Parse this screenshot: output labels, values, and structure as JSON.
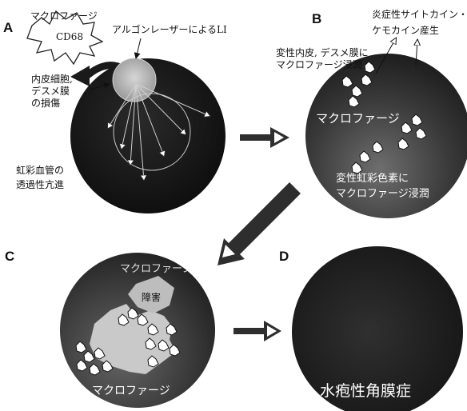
{
  "panels": {
    "A": {
      "letter": "A",
      "macrophage_label": "マクロファージ",
      "cell_marker": "CD68",
      "laser_label": "アルゴンレーザーによるLI",
      "damage_label": [
        "内皮細胞,",
        "デスメ膜",
        "の損傷"
      ],
      "permeability_label": [
        "虹彩血管の",
        "透過性亢進"
      ]
    },
    "B": {
      "letter": "B",
      "cytokine_label": [
        "炎症性サイトカイン・",
        "ケモカイン産生"
      ],
      "infiltration_label": [
        "変性内皮, デスメ膜に",
        "マクロファージ浸潤"
      ],
      "macrophage_label": "マクロファージ",
      "iris_label": [
        "変性虹彩色素に",
        "マクロファージ浸潤"
      ]
    },
    "C": {
      "letter": "C",
      "macrophage_label_top": "マクロファージ",
      "damage_label": "障害",
      "macrophage_label_bottom": "マクロファージ"
    },
    "D": {
      "letter": "D",
      "result_label": "水疱性角膜症"
    }
  },
  "colors": {
    "background": "#ffffff",
    "eye_dark": "#1a1a1a",
    "eye_mid": "#3c3c3c",
    "laser_spot": "#b8b8b8",
    "arrow_fill": "#2e2e2e",
    "text": "#111111"
  }
}
